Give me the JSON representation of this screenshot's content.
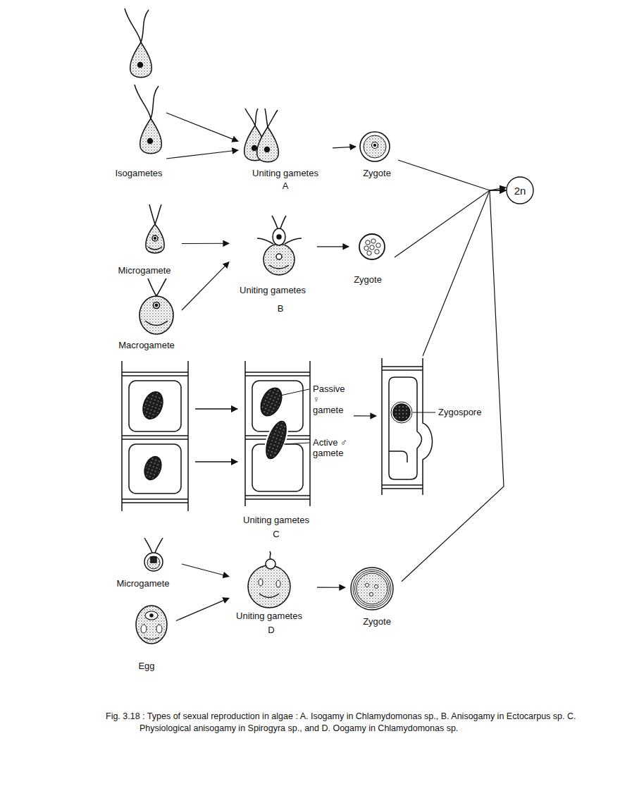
{
  "diagram": {
    "caption": "Fig. 3.18 : Types of sexual reproduction in algae : A. Isogamy in Chlamydomonas sp., B. Anisogamy in Ectocarpus sp. C. Physiological anisogamy in Spirogyra sp., and D. Oogamy in Chlamydomonas sp.",
    "nodes": [
      {
        "text": [
          "Isogametes"
        ]
      },
      {
        "text": [
          "Uniting gametes"
        ]
      },
      {
        "text": [
          "Zygote"
        ]
      },
      {
        "text": [
          "2n"
        ]
      },
      {
        "text": [
          "Microgamete"
        ]
      },
      {
        "text": [
          "Macrogamete"
        ]
      },
      {
        "text": [
          "Uniting gametes"
        ]
      },
      {
        "text": [
          "Zygote"
        ]
      },
      {
        "text": [
          "Passive ♀ gamete",
          "Active ♂ gamete",
          "Uniting gametes"
        ]
      },
      {
        "text": [
          "Zygospore"
        ]
      },
      {
        "text": [
          "Microgamete"
        ]
      },
      {
        "text": [
          "Egg"
        ]
      },
      {
        "text": [
          "Uniting gametes"
        ]
      },
      {
        "text": [
          "Zygote"
        ]
      }
    ],
    "edges": [
      {
        "from": 0,
        "to": 1,
        "arrow": "to"
      },
      {
        "from": 0,
        "to": 1,
        "arrow": "to"
      },
      {
        "from": 1,
        "to": 2,
        "arrow": "to"
      },
      {
        "from": 2,
        "to": 3,
        "arrow": "to"
      },
      {
        "from": 4,
        "to": 6,
        "arrow": "to"
      },
      {
        "from": 5,
        "to": 6,
        "arrow": "to"
      },
      {
        "from": 6,
        "to": 7,
        "arrow": "to"
      },
      {
        "from": 7,
        "to": 3,
        "arrow": "to"
      },
      {
        "from": 8,
        "to": 9,
        "arrow": "to"
      },
      {
        "from": 9,
        "to": 3,
        "arrow": "to"
      },
      {
        "from": 10,
        "to": 12,
        "arrow": "to"
      },
      {
        "from": 11,
        "to": 12,
        "arrow": "to"
      },
      {
        "from": 12,
        "to": 13,
        "arrow": "to"
      },
      {
        "from": 13,
        "to": 3,
        "arrow": "to"
      }
    ],
    "labels": [
      "A",
      "B",
      "C",
      "D"
    ]
  }
}
